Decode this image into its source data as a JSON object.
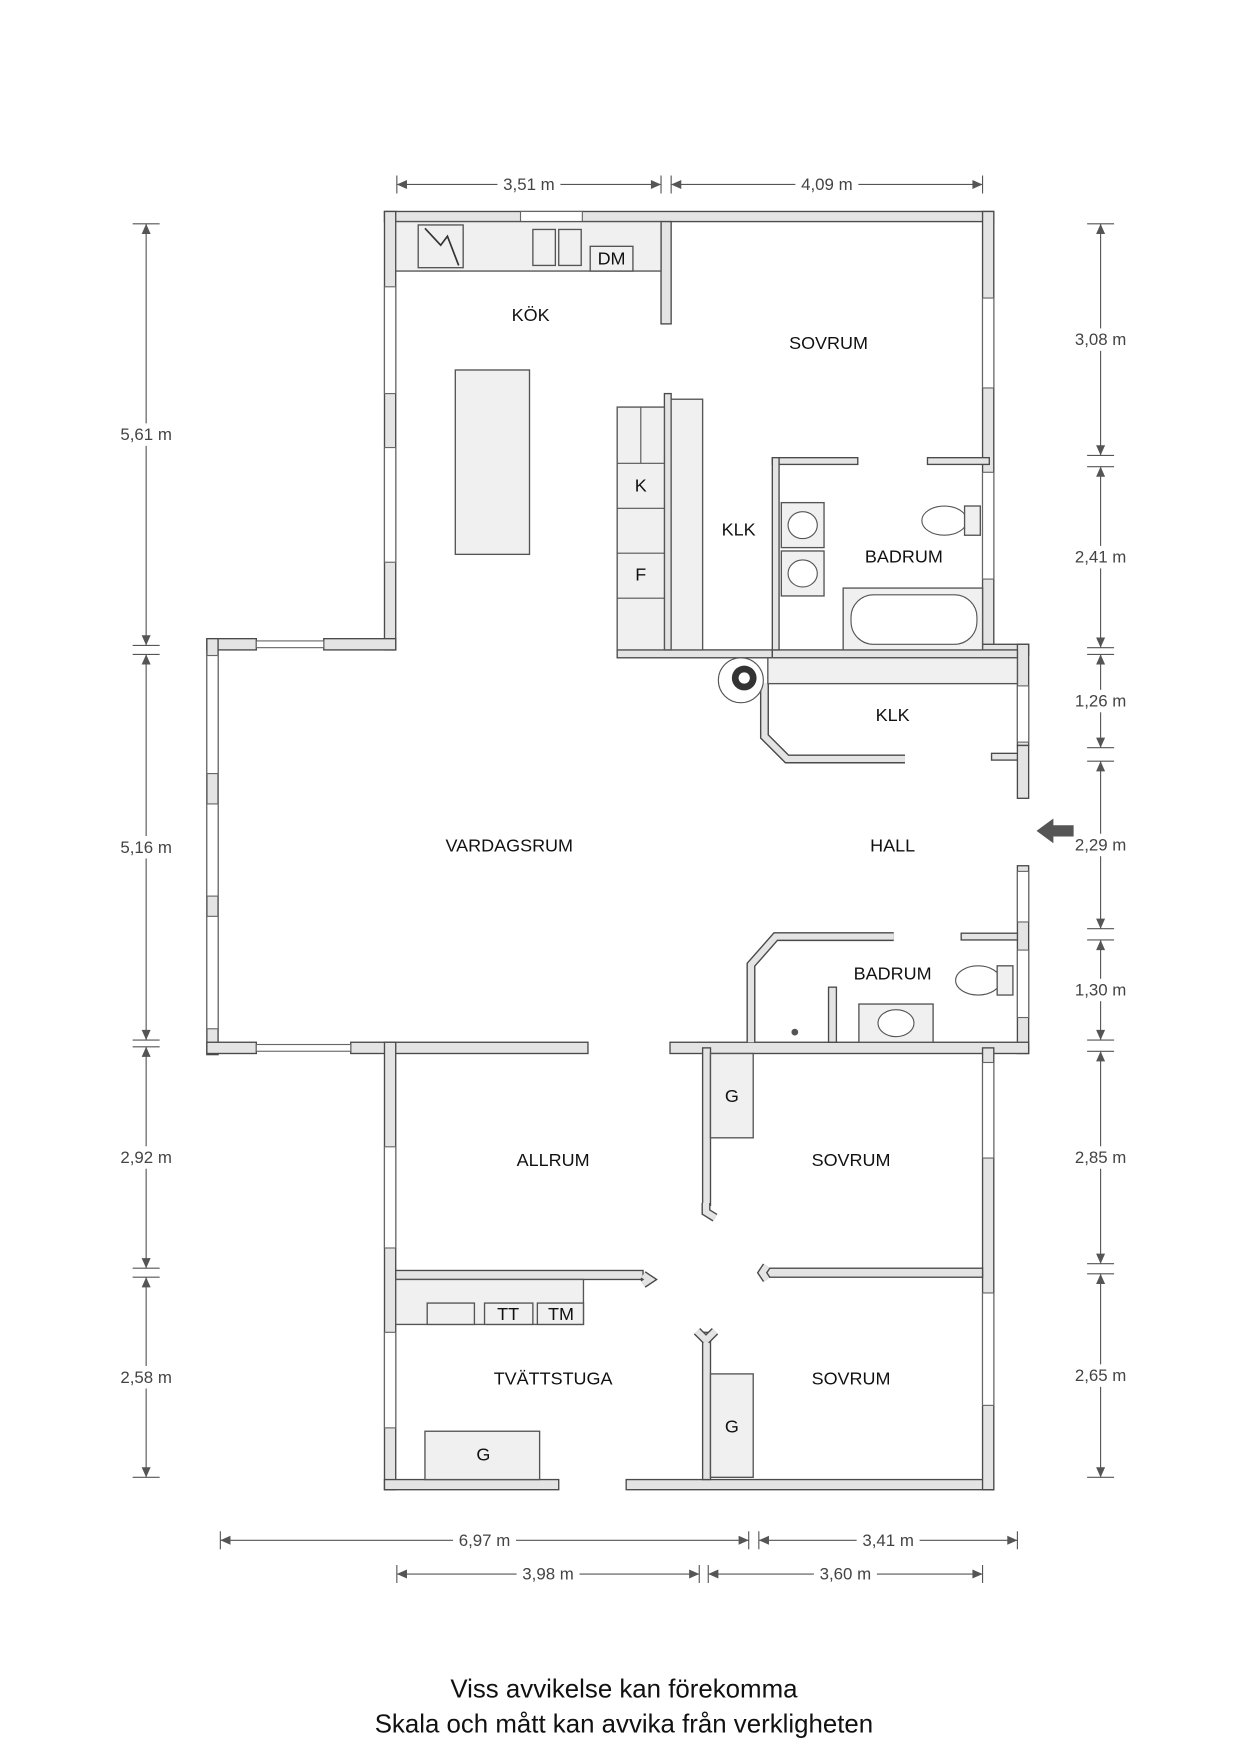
{
  "rooms": {
    "kok": "KÖK",
    "sovrum_top": "SOVRUM",
    "klk_top": "KLK",
    "badrum_top": "BADRUM",
    "klk_hall": "KLK",
    "vardagsrum": "VARDAGSRUM",
    "hall": "HALL",
    "badrum_hall": "BADRUM",
    "allrum": "ALLRUM",
    "sovrum_mid": "SOVRUM",
    "tvattstuga": "TVÄTTSTUGA",
    "sovrum_bottom": "SOVRUM"
  },
  "fixtures": {
    "dm": "DM",
    "k": "K",
    "f": "F",
    "g_mid": "G",
    "g_bottom": "G",
    "g_tvatt": "G",
    "tt": "TT",
    "tm": "TM"
  },
  "dimensions": {
    "top": [
      "3,51 m",
      "4,09 m"
    ],
    "left": [
      "5,61 m",
      "5,16 m",
      "2,92 m",
      "2,58 m"
    ],
    "right": [
      "3,08 m",
      "2,41 m",
      "1,26 m",
      "2,29 m",
      "1,30 m",
      "2,85 m",
      "2,65 m"
    ],
    "bottom_outer": [
      "6,97 m",
      "3,41 m"
    ],
    "bottom_inner": [
      "3,98 m",
      "3,60 m"
    ]
  },
  "footer": {
    "line1": "Viss avvikelse kan förekomma",
    "line2": "Skala och mått kan avvika från verkligheten"
  }
}
